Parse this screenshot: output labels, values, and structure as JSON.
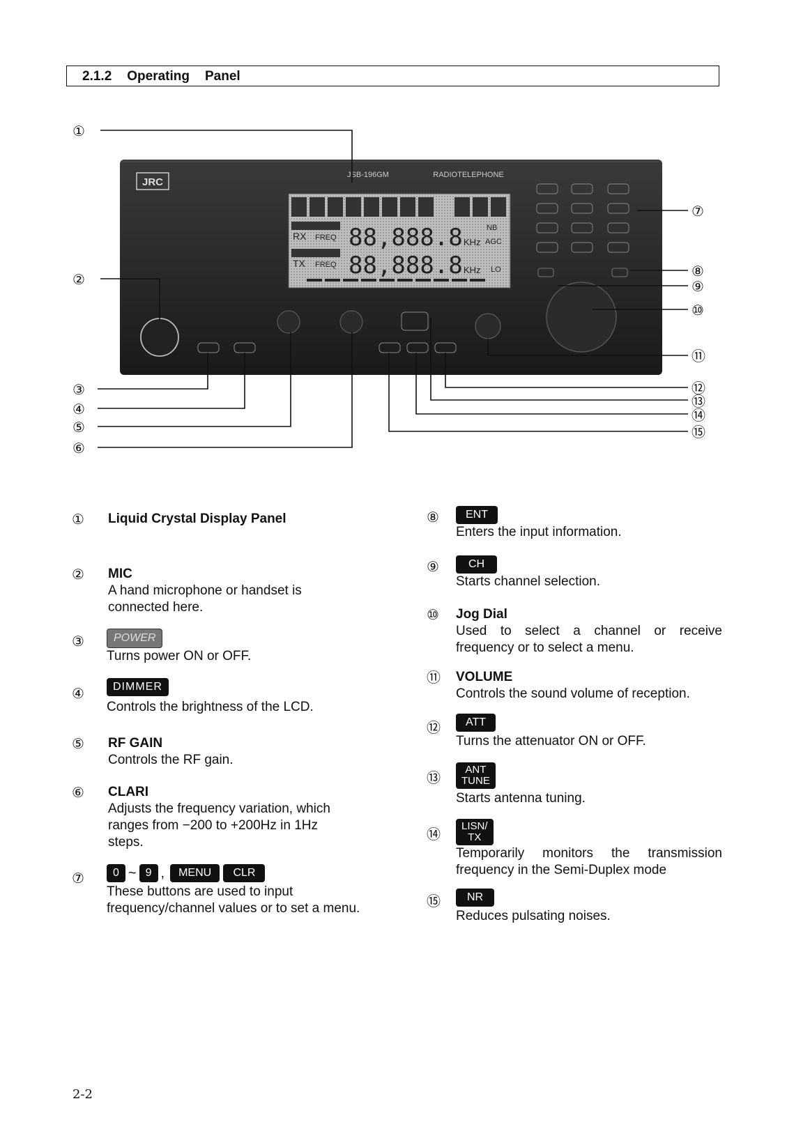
{
  "section": {
    "number": "2.1.2",
    "title_1": "Operating",
    "title_2": "Panel"
  },
  "figure": {
    "callouts": [
      "①",
      "②",
      "③",
      "④",
      "⑤",
      "⑥",
      "⑦",
      "⑧",
      "⑨",
      "⑩",
      "⑪",
      "⑫",
      "⑬",
      "⑭",
      "⑮"
    ],
    "brand": "JRC",
    "model": "JSB-196GM",
    "product": "RADIOTELEPHONE",
    "lcd": {
      "rx_label": "RX",
      "tx_label": "TX",
      "freq_label": "FREQ",
      "rx_digits": "88,888.8",
      "tx_digits": "88,888.8",
      "khz": "KHz",
      "agc": "AGC",
      "nb": "NB",
      "lo": "LO"
    }
  },
  "items": [
    {
      "num": "①",
      "title": "Liquid Crystal Display Panel"
    },
    {
      "num": "②",
      "title": "MIC",
      "desc": [
        "A hand microphone or handset is",
        "connected here."
      ]
    },
    {
      "num": "③",
      "key": "POWER",
      "desc": [
        "Turns power ON or OFF."
      ]
    },
    {
      "num": "④",
      "key": "DIMMER",
      "desc": [
        "Controls the brightness of the LCD."
      ]
    },
    {
      "num": "⑤",
      "title": "RF GAIN",
      "desc": [
        "Controls the RF gain."
      ]
    },
    {
      "num": "⑥",
      "title": "CLARI",
      "desc": [
        "Adjusts the frequency variation, which",
        "ranges from −200 to +200Hz in 1Hz",
        "steps."
      ]
    },
    {
      "num": "⑦",
      "keys": [
        "0",
        "9",
        "MENU",
        "CLR"
      ],
      "tilde": "~",
      "comma": ",",
      "desc": [
        "These buttons are used to input",
        "frequency/channel values or to set a menu."
      ]
    },
    {
      "num": "⑧",
      "key": "ENT",
      "desc": [
        "Enters the input information."
      ]
    },
    {
      "num": "⑨",
      "key": "CH",
      "desc": [
        "Starts channel selection."
      ]
    },
    {
      "num": "⑩",
      "title": "Jog Dial",
      "desc": [
        "Used to select a channel or receive",
        "frequency or to select a menu."
      ]
    },
    {
      "num": "⑪",
      "title": "VOLUME",
      "desc": [
        "Controls the sound volume of reception."
      ]
    },
    {
      "num": "⑫",
      "key": "ATT",
      "desc": [
        "Turns the attenuator ON or OFF."
      ]
    },
    {
      "num": "⑬",
      "key_lines": [
        "ANT",
        "TUNE"
      ],
      "desc": [
        "Starts antenna tuning."
      ]
    },
    {
      "num": "⑭",
      "key_lines": [
        "LISN/",
        "TX"
      ],
      "desc": [
        "Temporarily monitors the transmission",
        "frequency in the Semi-Duplex mode"
      ]
    },
    {
      "num": "⑮",
      "key": "NR",
      "desc": [
        "Reduces pulsating noises."
      ]
    }
  ],
  "page_number": "2-2"
}
